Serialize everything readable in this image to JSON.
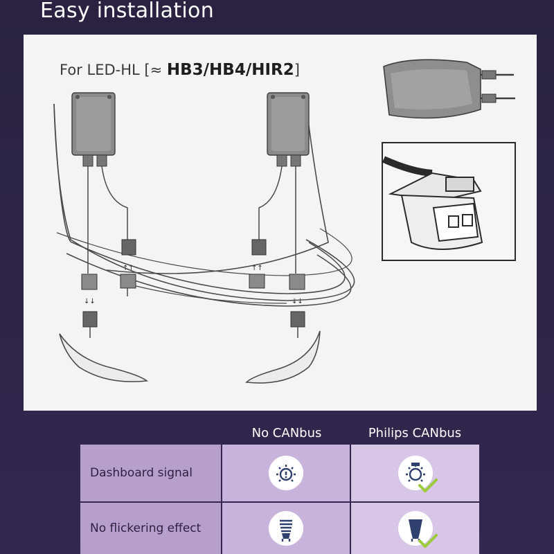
{
  "heading": "Easy installation",
  "caption": {
    "prefix": "For LED-HL [≈",
    "models": "HB3/HB4/HIR2",
    "suffix": "]"
  },
  "table": {
    "columns": [
      "No CANbus",
      "Philips CANbus"
    ],
    "rows": [
      {
        "label": "Dashboard signal"
      },
      {
        "label": "No flickering effect"
      }
    ]
  },
  "colors": {
    "background": "#2e2548",
    "panel": "#f4f4f4",
    "label_cell": "#b69fcc",
    "cell_mid": "#c8b4da",
    "cell_light": "#d7c6e6",
    "check": "#9ccc3c",
    "icon_dark": "#2f3f6e"
  }
}
